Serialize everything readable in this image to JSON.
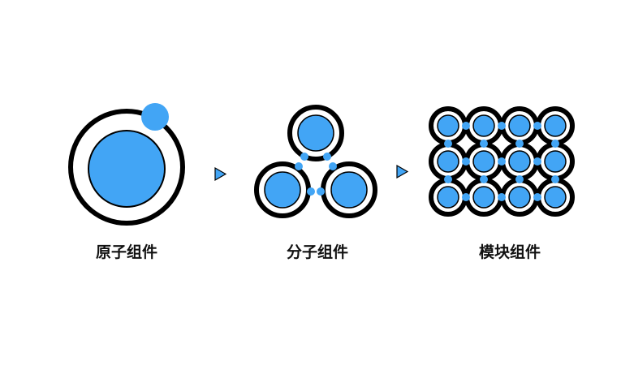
{
  "stages": [
    {
      "id": "atom",
      "label": "原子组件"
    },
    {
      "id": "molecule",
      "label": "分子组件"
    },
    {
      "id": "module",
      "label": "模块组件"
    }
  ],
  "colors": {
    "fill": "#42a5f5",
    "outline": "#000000",
    "ring_gap": "#ffffff",
    "label": "#111111"
  },
  "icons": {
    "arrow": "triangle-right-icon"
  }
}
